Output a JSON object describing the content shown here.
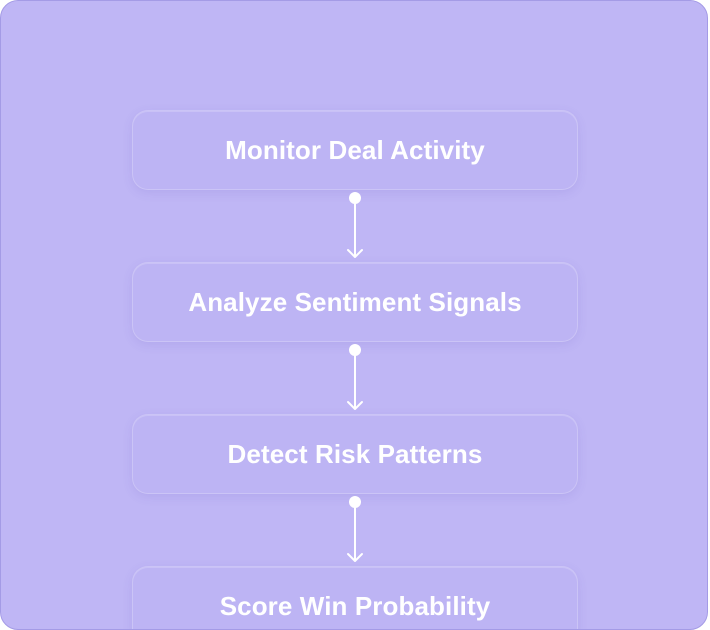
{
  "diagram": {
    "steps": [
      {
        "label": "Monitor Deal Activity"
      },
      {
        "label": "Analyze Sentiment Signals"
      },
      {
        "label": "Detect Risk Patterns"
      },
      {
        "label": "Score Win Probability"
      }
    ],
    "colors": {
      "panel_background": "#bfb6f5",
      "panel_border": "#a49be6",
      "node_background": "#bdb4f4",
      "text": "#ffffff",
      "connector": "#ffffff"
    }
  }
}
